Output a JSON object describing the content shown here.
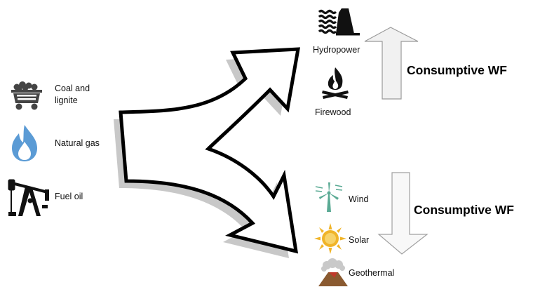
{
  "sources": {
    "coal_line1": "Coal and",
    "coal_line2": "lignite",
    "gas": "Natural gas",
    "oil": "Fuel oil"
  },
  "upper_group": {
    "hydro": "Hydropower",
    "firewood": "Firewood",
    "label": "Consumptive WF"
  },
  "lower_group": {
    "wind": "Wind",
    "solar": "Solar",
    "geothermal": "Geothermal",
    "label": "Consumptive WF"
  },
  "icons": {
    "coal": "coal-cart-icon",
    "gas": "gas-flame-icon",
    "oil": "oil-pump-icon",
    "hydro": "dam-icon",
    "firewood": "campfire-icon",
    "wind": "wind-turbine-icon",
    "solar": "sun-icon",
    "geothermal": "volcano-icon"
  },
  "colors": {
    "gas_flame": "#5b9bd5",
    "wind": "#5aaa94",
    "sun": "#f0b428",
    "volcano": "#8a5a30",
    "arrow_fill": "#ffffff",
    "arrow_shadow": "#c8c8c8",
    "vertical_arrow_fill": "#f1f1f1"
  }
}
